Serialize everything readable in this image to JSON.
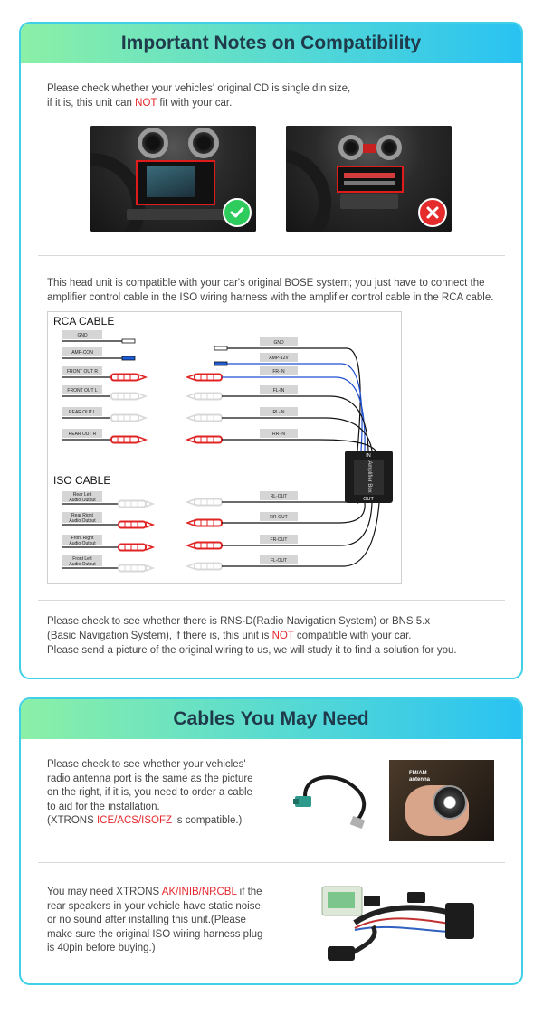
{
  "section1": {
    "title": "Important Notes on Compatibility",
    "note1_line1": "Please check whether your vehicles' original CD is single din size,",
    "note1_line2_a": "if it is, this unit can ",
    "note1_line2_not": "NOT",
    "note1_line2_b": " fit with your car.",
    "note2_line1": "This head unit is compatible with your car's original BOSE system; you just have to connect the",
    "note2_line2": "amplifier control cable in the ISO wiring harness with the amplifier control cable in the RCA cable.",
    "note3_line1": "Please check to see whether there is RNS-D(Radio Navigation System) or BNS 5.x",
    "note3_line2_a": "(Basic Navigation System), if there is, this unit is ",
    "note3_line2_not": "NOT",
    "note3_line2_b": " compatible with your car.",
    "note3_line3": "Please send a picture of the original wiring to us, we will study it to find a solution for you.",
    "ok_icon": "check-circle-icon",
    "bad_icon": "x-circle-icon",
    "ok_color": "#2ecc5c",
    "bad_color": "#e52b2b"
  },
  "diagram": {
    "rca_title": "RCA CABLE",
    "iso_title": "ISO CABLE",
    "rca_left": [
      "GND",
      "AMP-CON",
      "FRONT OUT R",
      "FRONT OUT L",
      "REAR OUT L",
      "REAR OUT R"
    ],
    "rca_right": [
      "GND",
      "AMP-12V",
      "FR-IN",
      "FL-IN",
      "RL-IN",
      "RR-IN"
    ],
    "iso_left": [
      "Rear Left\nAudio Output",
      "Rear Right\nAudio Output",
      "Front Right\nAudio Output",
      "Front Left\nAudio Output"
    ],
    "iso_right": [
      "RL-OUT",
      "RR-OUT",
      "FR-OUT",
      "FL-OUT"
    ],
    "box_label": "Amplifier Box",
    "box_in": "IN",
    "box_out": "OUT"
  },
  "section2": {
    "title": "Cables You May Need",
    "p1_line1": "Please check to see whether your vehicles'",
    "p1_line2": "radio antenna port is the same as the picture",
    "p1_line3": "on the right, if it is, you need to order a cable",
    "p1_line4": "to aid for the installation.",
    "p1_line5_a": "(XTRONS ",
    "p1_line5_red": "ICE/ACS/ISOFZ",
    "p1_line5_b": " is compatible.)",
    "antenna_label_1": "FM/AM",
    "antenna_label_2": "antenna",
    "p2_line1_a": "You may need XTRONS ",
    "p2_line1_red": "AK/INIB/NRCBL",
    "p2_line1_b": " if the",
    "p2_line2": "rear speakers in your vehicle have static noise",
    "p2_line3": "or no sound after installing this unit.(Please",
    "p2_line4": "make sure the original ISO wiring harness plug",
    "p2_line5": "is 40pin before buying.)"
  }
}
